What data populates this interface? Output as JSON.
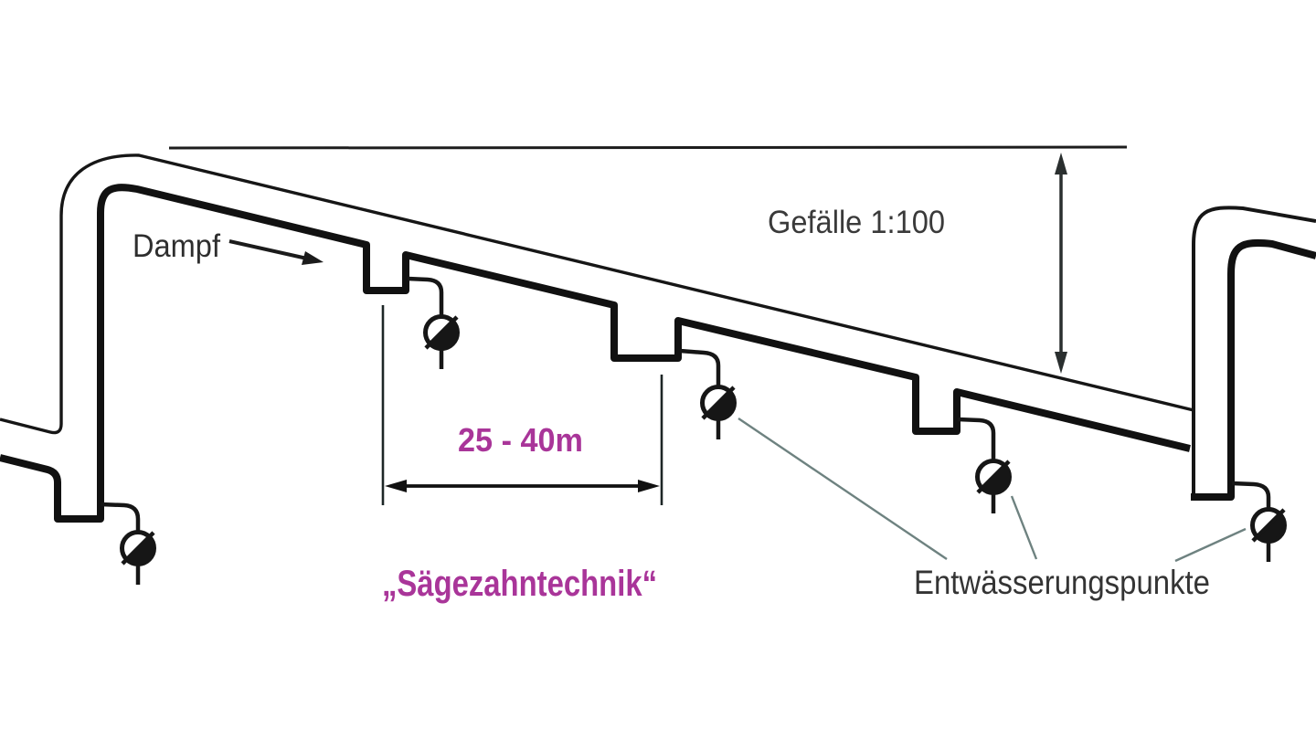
{
  "diagram": {
    "type": "steam-pipeline-drainage-schematic",
    "labels": {
      "steam": "Dampf",
      "gradient": "Gefälle 1:100",
      "spacing": "25 - 40m",
      "technique": "„Sägezahntechnik“",
      "drainage": "Entwässerungspunkte"
    },
    "colors": {
      "background": "#ffffff",
      "pipe_line": "#161616",
      "accent_magenta": "#a93599",
      "label_dark": "#2e2e2e",
      "leader_gray": "#6e8280",
      "dimension_line": "#1d2626"
    },
    "icons": {
      "valve_icon_name": "drain-valve-icon",
      "valve_count": 5,
      "arrows": [
        "steam-flow-arrow",
        "gradient-dimension-arrow",
        "spacing-dimension-arrow"
      ]
    }
  }
}
